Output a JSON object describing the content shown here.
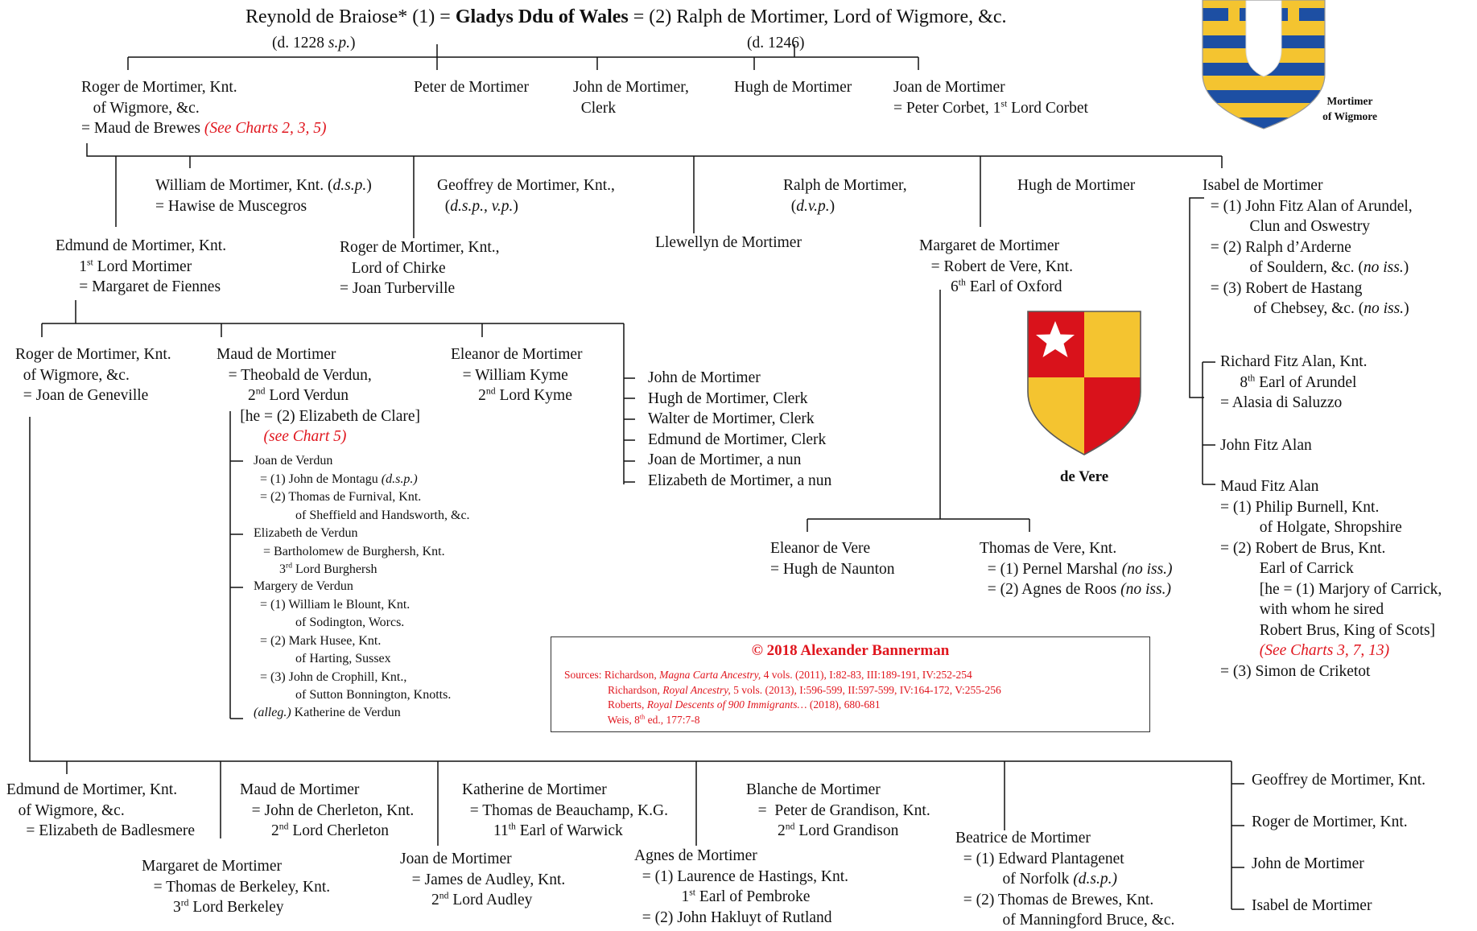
{
  "top_line": {
    "part1": "Reynold de Braiose* (1) = ",
    "gladys": "Gladys Ddu of Wales",
    "part2": " = (2) Ralph de Mortimer, Lord of Wigmore, &c.",
    "reynold_death": "(d. 1228 ",
    "reynold_sp": "s.p.",
    "reynold_close": ")",
    "ralph_death": "(d. 1246)"
  },
  "gen2": {
    "roger": {
      "l1": "Roger de Mortimer, Knt.",
      "l2": "   of Wigmore, &c.",
      "l3": "= Maud de Brewes ",
      "l3_ref": "(See Charts 2, 3, 5)"
    },
    "peter": "Peter de Mortimer",
    "john": {
      "l1": "John de Mortimer,",
      "l2": "  Clerk"
    },
    "hugh": "Hugh de Mortimer",
    "joan": {
      "l1": "Joan de Mortimer",
      "l2a": "= Peter Corbet, 1",
      "l2sup": "st",
      "l2b": " Lord Corbet"
    }
  },
  "gen3": {
    "william": {
      "l1a": "William de Mortimer, Knt. (",
      "l1i": "d.s.p.",
      "l1b": ")",
      "l2": "= Hawise de Muscegros"
    },
    "geoffrey": {
      "l1": "Geoffrey de Mortimer, Knt.,",
      "l2a": "  (",
      "l2i": "d.s.p., v.p.",
      "l2b": ")"
    },
    "ralph": {
      "l1": "Ralph de Mortimer,",
      "l2a": "(",
      "l2i": "d.v.p.",
      "l2b": ")"
    },
    "hugh": "Hugh de Mortimer",
    "isabel": {
      "l1": "Isabel de Mortimer",
      "l2": "  = (1) John Fitz Alan of Arundel,",
      "l3": "            Clun and Oswestry",
      "l4": "  = (2) Ralph d’Arderne",
      "l5a": "            of Souldern, &c. (",
      "l5i": "no iss.",
      "l5b": ")",
      "l6": "  = (3) Robert de Hastang",
      "l7a": "             of Chebsey, &c. (",
      "l7i": "no iss.",
      "l7b": ")"
    },
    "edmund": {
      "l1": "Edmund de Mortimer, Knt.",
      "l2a": "1",
      "l2sup": "st",
      "l2b": " Lord Mortimer",
      "l3": "= Margaret de Fiennes"
    },
    "roger_chirke": {
      "l1": "Roger de Mortimer, Knt.,",
      "l2": "   Lord of Chirke",
      "l3": "= Joan Turberville"
    },
    "llewellyn": "Llewellyn de Mortimer",
    "margaret": {
      "l1": "Margaret de Mortimer",
      "l2": "   = Robert de Vere, Knt.",
      "l3a": "6",
      "l3sup": "th",
      "l3b": " Earl of Oxford"
    }
  },
  "fitzalan": {
    "richard": {
      "l1": "Richard Fitz Alan, Knt.",
      "l2a": "8",
      "l2sup": "th",
      "l2b": " Earl of Arundel",
      "l3": "= Alasia di Saluzzo"
    },
    "john": "John Fitz Alan",
    "maud": {
      "l1": "Maud Fitz Alan",
      "l2": "= (1) Philip Burnell, Knt.",
      "l3": "          of Holgate, Shropshire",
      "l4": "= (2) Robert de Brus, Knt.",
      "l5": "          Earl of Carrick",
      "l6": "          [he = (1) Marjory of Carrick,",
      "l7": "          with whom he sired",
      "l8": "          Robert Brus, King of Scots]",
      "l9": "          (See Charts 3, 7, 13)",
      "l10": "= (3) Simon de Criketot"
    }
  },
  "gen4": {
    "roger": {
      "l1": "Roger de Mortimer, Knt.",
      "l2": "  of Wigmore, &c.",
      "l3": "  = Joan de Geneville"
    },
    "maud": {
      "l1": "Maud de Mortimer",
      "l2": "   = Theobald de Verdun,",
      "l3a": "        2",
      "l3sup": "nd",
      "l3b": " Lord Verdun",
      "l4": "      [he = (2) Elizabeth de Clare]",
      "l5": "            (see Chart 5)"
    },
    "eleanor": {
      "l1": "Eleanor de Mortimer",
      "l2": "   = William Kyme",
      "l3a": "       2",
      "l3sup": "nd",
      "l3b": " Lord Kyme"
    },
    "others": [
      "John de Mortimer",
      "Hugh de Mortimer, Clerk",
      "Walter de Mortimer, Clerk",
      "Edmund de Mortimer, Clerk",
      "Joan de Mortimer, a nun",
      "Elizabeth de Mortimer, a nun"
    ]
  },
  "verdun": {
    "joan": {
      "l1": "Joan de Verdun",
      "l2a": "  = (1) John de Montagu ",
      "l2i": "(d.s.p.)",
      "l3": "  = (2) Thomas de Furnival, Knt.",
      "l4": "             of Sheffield and Handsworth, &c."
    },
    "elizabeth": {
      "l1": "Elizabeth de Verdun",
      "l2": "   = Bartholomew de Burghersh, Knt.",
      "l3a": "        3",
      "l3sup": "rd",
      "l3b": " Lord Burghersh"
    },
    "margery": {
      "l1": "Margery de Verdun",
      "l2": "  = (1) William le Blount, Knt.",
      "l3": "             of Sodington, Worcs.",
      "l4": "  = (2) Mark Husee, Knt.",
      "l5": "             of Harting, Sussex",
      "l6": "  = (3) John de Crophill, Knt.,",
      "l7": "             of Sutton Bonnington, Knotts."
    },
    "katherine": {
      "l1i": "(alleg.)",
      "l1b": " Katherine de Verdun"
    }
  },
  "vere": {
    "eleanor": {
      "l1": "Eleanor de Vere",
      "l2": "= Hugh de Naunton"
    },
    "thomas": {
      "l1": "Thomas de Vere, Knt.",
      "l2a": "  = (1) Pernel Marshal ",
      "l2i": "(no iss.)",
      "l3a": "  = (2) Agnes de Roos ",
      "l3i": "(no iss.)"
    }
  },
  "sources_box": {
    "copyright": "© 2018 Alexander Bannerman",
    "s1a": "Sources: Richardson, ",
    "s1i": "Magna Carta Ancestry,",
    "s1b": " 4 vols. (2011), I:82-83, III:189-191, IV:252-254",
    "s2a": "                Richardson, ",
    "s2i": "Royal Ancestry,",
    "s2b": " 5 vols. (2013), I:596-599, II:597-599, IV:164-172, V:255-256",
    "s3a": "                Roberts, ",
    "s3i": "Royal Descents of 900 Immigrants…",
    "s3b": " (2018), 680-681",
    "s4a": "                Weis, 8",
    "s4sup": "th",
    "s4b": " ed., 177:7-8"
  },
  "gen5": {
    "edmund": {
      "l1": "Edmund de Mortimer, Knt.",
      "l2": "   of Wigmore, &c.",
      "l3": "     = Elizabeth de Badlesmere"
    },
    "margaret": {
      "l1": "Margaret de Mortimer",
      "l2": "   = Thomas de Berkeley, Knt.",
      "l3a": "        3",
      "l3sup": "rd",
      "l3b": " Lord Berkeley"
    },
    "maud": {
      "l1": "Maud de Mortimer",
      "l2": "   = John de Cherleton, Knt.",
      "l3a": "        2",
      "l3sup": "nd",
      "l3b": " Lord Cherleton"
    },
    "joan": {
      "l1": "Joan de Mortimer",
      "l2": "   = James de Audley, Knt.",
      "l3a": "        2",
      "l3sup": "nd",
      "l3b": " Lord Audley"
    },
    "katherine": {
      "l1": "Katherine de Mortimer",
      "l2": "  = Thomas de Beauchamp, K.G.",
      "l3a": "        11",
      "l3sup": "th",
      "l3b": " Earl of Warwick"
    },
    "agnes": {
      "l1": "Agnes de Mortimer",
      "l2": "  = (1) Laurence de Hastings, Knt.",
      "l3a": "            1",
      "l3sup": "st",
      "l3b": " Earl of Pembroke",
      "l4": "  = (2) John Hakluyt of Rutland"
    },
    "blanche": {
      "l1": "Blanche de Mortimer",
      "l2": "   =  Peter de Grandison, Knt.",
      "l3a": "        2",
      "l3sup": "nd",
      "l3b": " Lord Grandison"
    },
    "beatrice": {
      "l1": "Beatrice de Mortimer",
      "l2": "  = (1) Edward Plantagenet",
      "l3a": "            of Norfolk ",
      "l3i": "(d.s.p.)",
      "l4": "  = (2) Thomas de Brewes, Knt.",
      "l5": "            of Manningford Bruce, &c."
    },
    "others": [
      "Geoffrey de Mortimer, Knt.",
      "Roger de Mortimer, Knt.",
      "John de Mortimer",
      "Isabel de Mortimer"
    ]
  },
  "arms": {
    "mortimer_label_1": "Mortimer",
    "mortimer_label_2": "of Wigmore",
    "vere_label": "de Vere"
  },
  "colors": {
    "accent_red": "#e0161e",
    "gold": "#f4c430",
    "blue": "#1d4fa3",
    "vere_red": "#d9121b",
    "vere_gold": "#f4c430"
  }
}
